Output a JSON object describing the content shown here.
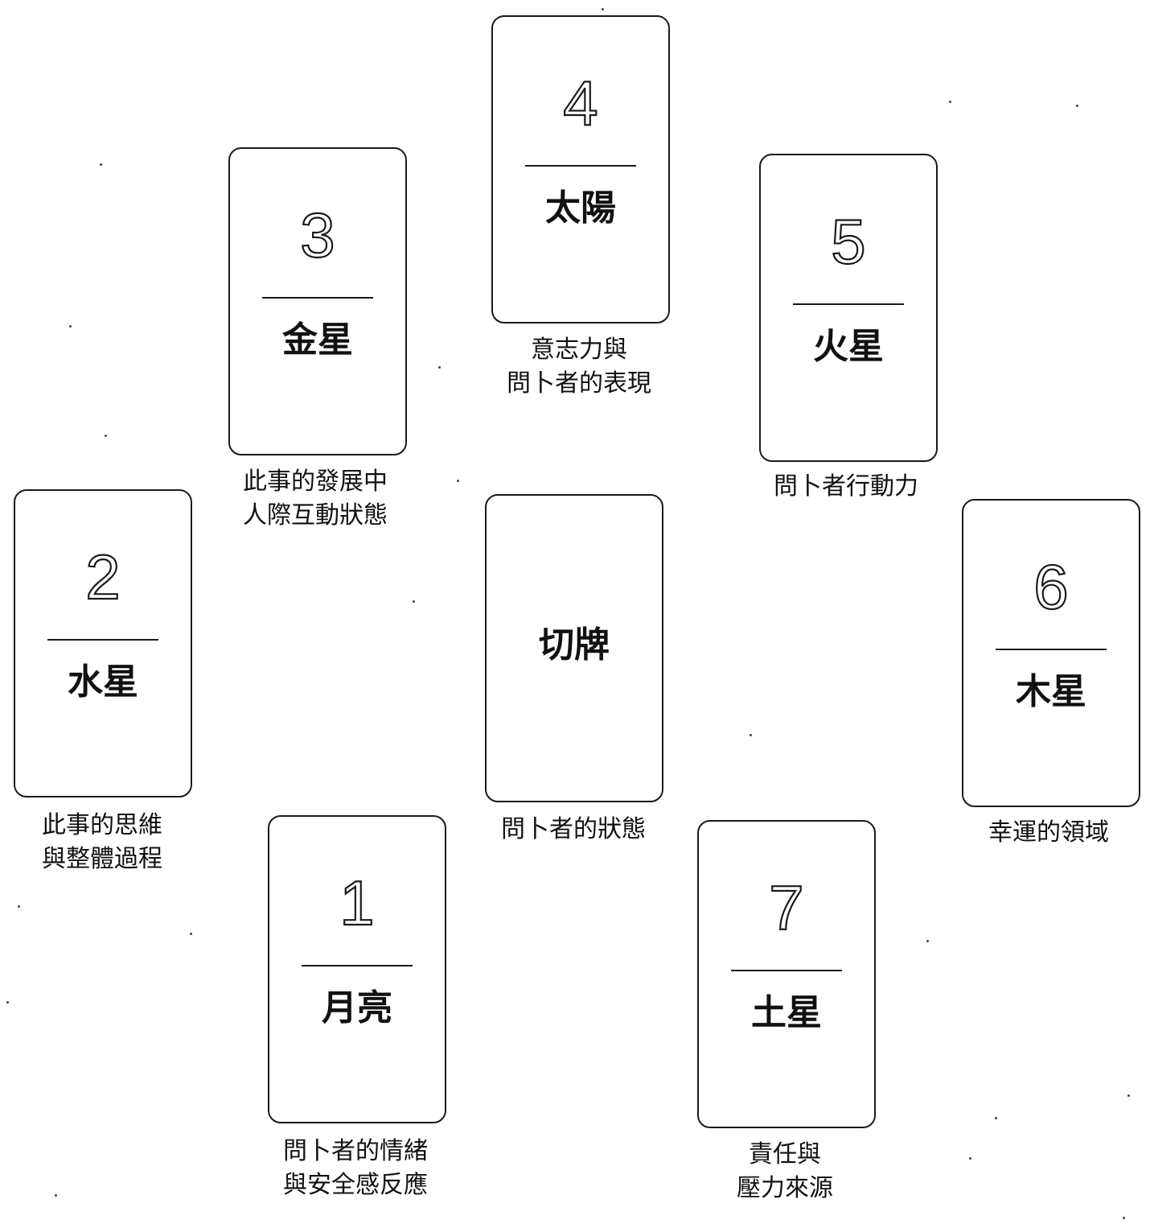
{
  "cards": {
    "c1": {
      "number": "1",
      "name": "月亮",
      "caption": [
        "問卜者的情緒",
        "與安全感反應"
      ]
    },
    "c2": {
      "number": "2",
      "name": "水星",
      "caption": [
        "此事的思維",
        "與整體過程"
      ]
    },
    "c3": {
      "number": "3",
      "name": "金星",
      "caption": [
        "此事的發展中",
        "人際互動狀態"
      ]
    },
    "c4": {
      "number": "4",
      "name": "太陽",
      "caption": [
        "意志力與",
        "問卜者的表現"
      ]
    },
    "c5": {
      "number": "5",
      "name": "火星",
      "caption": [
        "問卜者行動力"
      ]
    },
    "c6": {
      "number": "6",
      "name": "木星",
      "caption": [
        "幸運的領域"
      ]
    },
    "c7": {
      "number": "7",
      "name": "土星",
      "caption": [
        "責任與",
        "壓力來源"
      ]
    },
    "center": {
      "name": "切牌",
      "caption": [
        "問卜者的狀態"
      ]
    }
  }
}
